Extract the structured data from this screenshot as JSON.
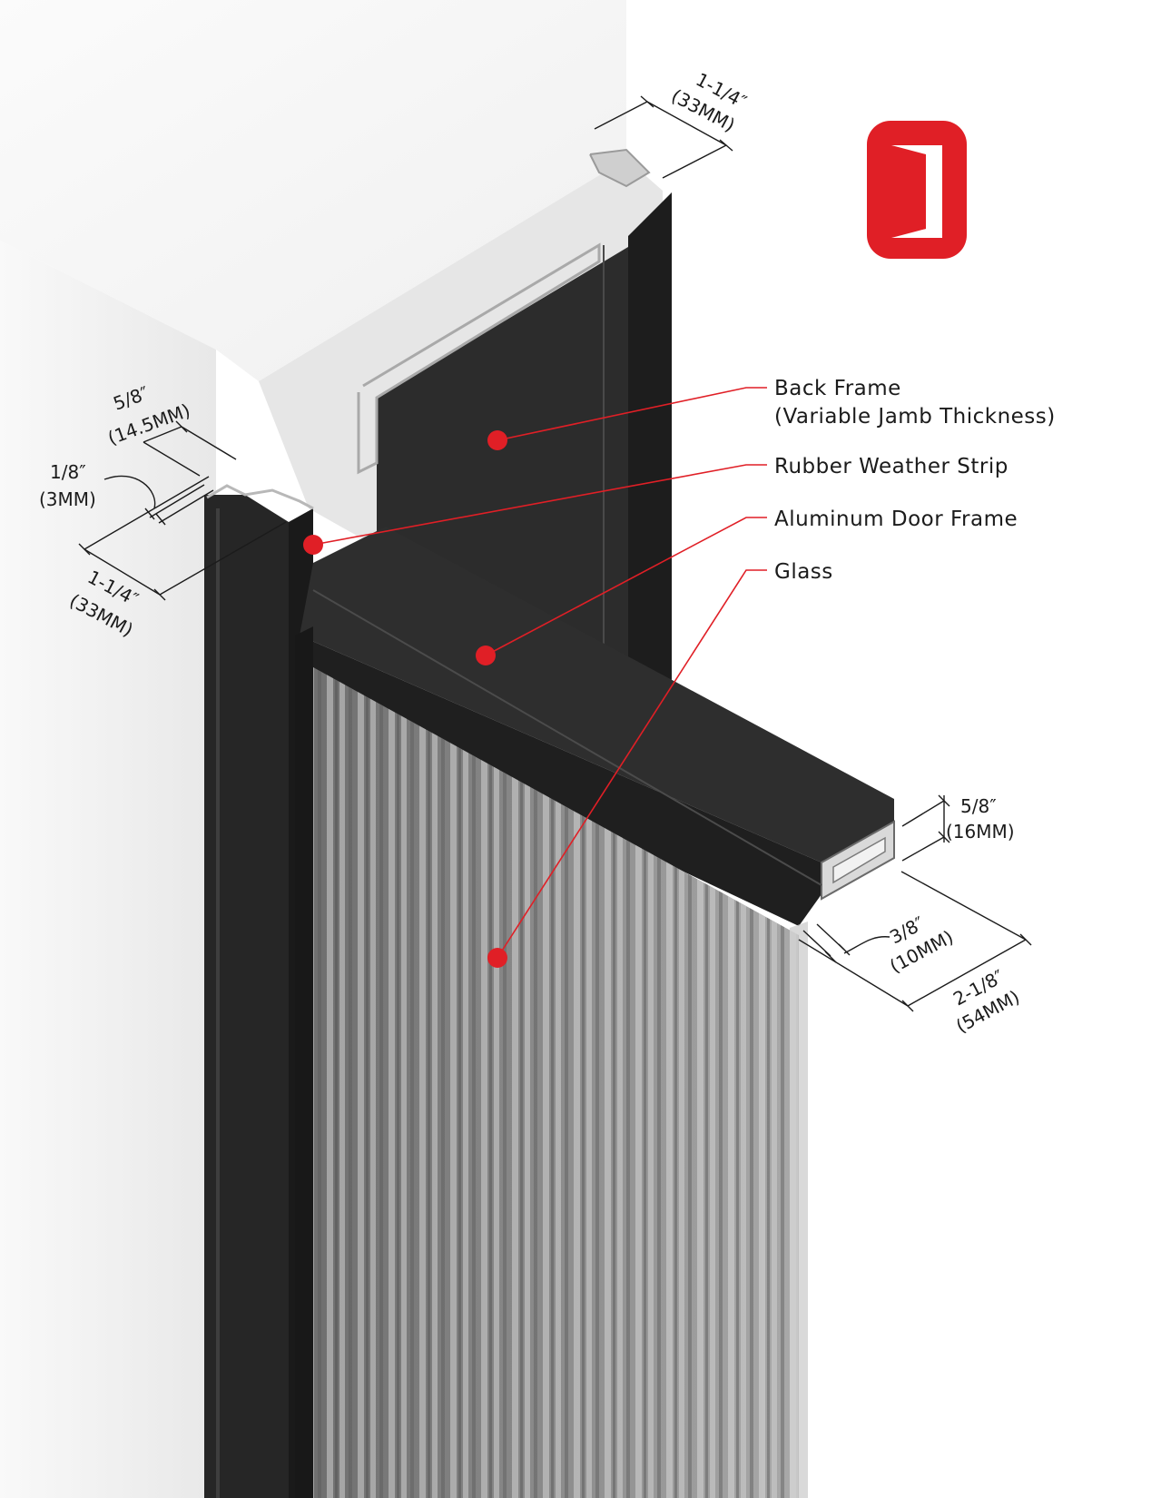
{
  "callouts": {
    "back_frame": "Back Frame",
    "back_frame_note": "(Variable Jamb Thickness)",
    "rubber_weather_strip": "Rubber Weather Strip",
    "aluminum_door_frame": "Aluminum Door Frame",
    "glass": "Glass"
  },
  "dimensions": {
    "top_width_in": "1-1/4″",
    "top_width_mm": "(33MM)",
    "left_offset_in": "5/8″",
    "left_offset_mm": "(14.5MM)",
    "left_gap_in": "1/8″",
    "left_gap_mm": "(3MM)",
    "left_width_in": "1-1/4″",
    "left_width_mm": "(33MM)",
    "frame_height_in": "5/8″",
    "frame_height_mm": "(16MM)",
    "glass_thk_in": "3/8″",
    "glass_thk_mm": "(10MM)",
    "frame_depth_in": "2-1/8″",
    "frame_depth_mm": "(54MM)"
  },
  "colors": {
    "brand_red": "#e01f26",
    "frame_black": "#262626",
    "wall_white": "#f4f4f4",
    "dimension_line": "#1b1b1b"
  },
  "logo": {
    "icon": "door-icon"
  }
}
